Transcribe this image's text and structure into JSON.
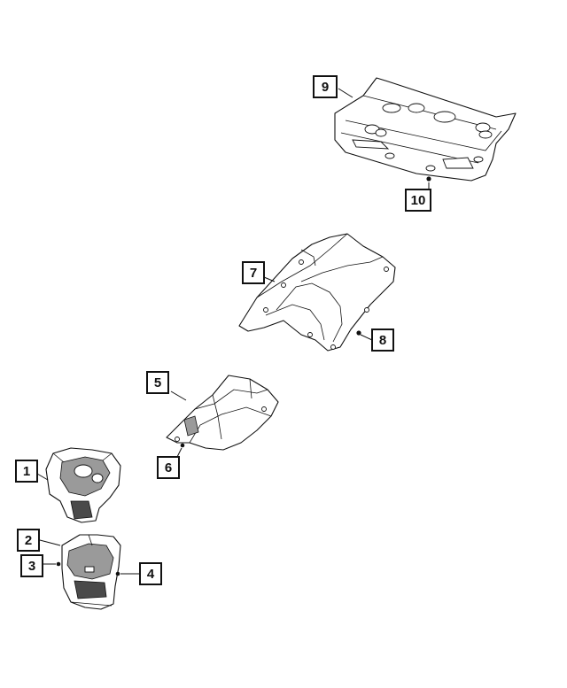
{
  "callouts": [
    {
      "label": "1"
    },
    {
      "label": "2"
    },
    {
      "label": "3"
    },
    {
      "label": "4"
    },
    {
      "label": "5"
    },
    {
      "label": "6"
    },
    {
      "label": "7"
    },
    {
      "label": "8"
    },
    {
      "label": "9"
    },
    {
      "label": "10"
    }
  ],
  "colors": {
    "line": "#111111",
    "shade": "#9a9a9a",
    "background": "#ffffff"
  }
}
